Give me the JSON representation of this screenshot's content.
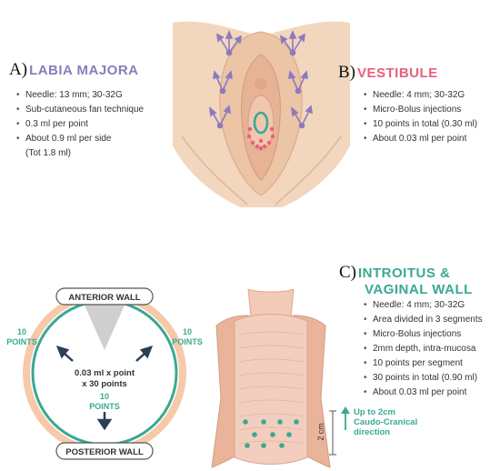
{
  "section_a": {
    "letter": "A)",
    "title": "LABIA MAJORA",
    "title_color": "#8b7bbf",
    "bullets": [
      "Needle: 13 mm; 30-32G",
      "Sub-cutaneous fan technique",
      "0.3 ml per point",
      "About 0.9 ml per side",
      "(Tot 1.8 ml)"
    ]
  },
  "section_b": {
    "letter": "B)",
    "title": "VESTIBULE",
    "title_color": "#e8607a",
    "bullets": [
      "Needle: 4 mm; 30-32G",
      "Micro-Bolus injections",
      "10 points in total (0.30 ml)",
      "About 0.03 ml per point"
    ]
  },
  "section_c": {
    "letter": "C)",
    "title_line1": "INTROITUS &",
    "title_line2": "VAGINAL WALL",
    "title_color": "#3aa893",
    "bullets": [
      "Needle: 4 mm; 30-32G",
      "Area divided in 3 segments",
      "Micro-Bolus injections",
      "2mm depth, intra-mucosa",
      "10 points per segment",
      "30 points in total (0.90 ml)",
      "About 0.03 ml per point"
    ]
  },
  "circle_diagram": {
    "anterior_label": "ANTERIOR WALL",
    "posterior_label": "POSTERIOR WALL",
    "left_count": "10",
    "left_points": "POINTS",
    "right_count": "10",
    "right_points": "POINTS",
    "bottom_count": "10",
    "bottom_points": "POINTS",
    "center_line1": "0.03 ml x point",
    "center_line2": "x 30 points",
    "ring_color": "#f6c9a8",
    "accent_color": "#3aa893"
  },
  "vaginal_wall": {
    "measure_label": "2 cm",
    "note_line1": "Up to 2cm",
    "note_line2": "Caudo-Cranical",
    "note_line3": "direction"
  },
  "colors": {
    "skin": "#f2d6bd",
    "arrow_purple": "#8b7bbf",
    "dot_pink": "#e8607a",
    "dot_teal": "#3aa893"
  }
}
